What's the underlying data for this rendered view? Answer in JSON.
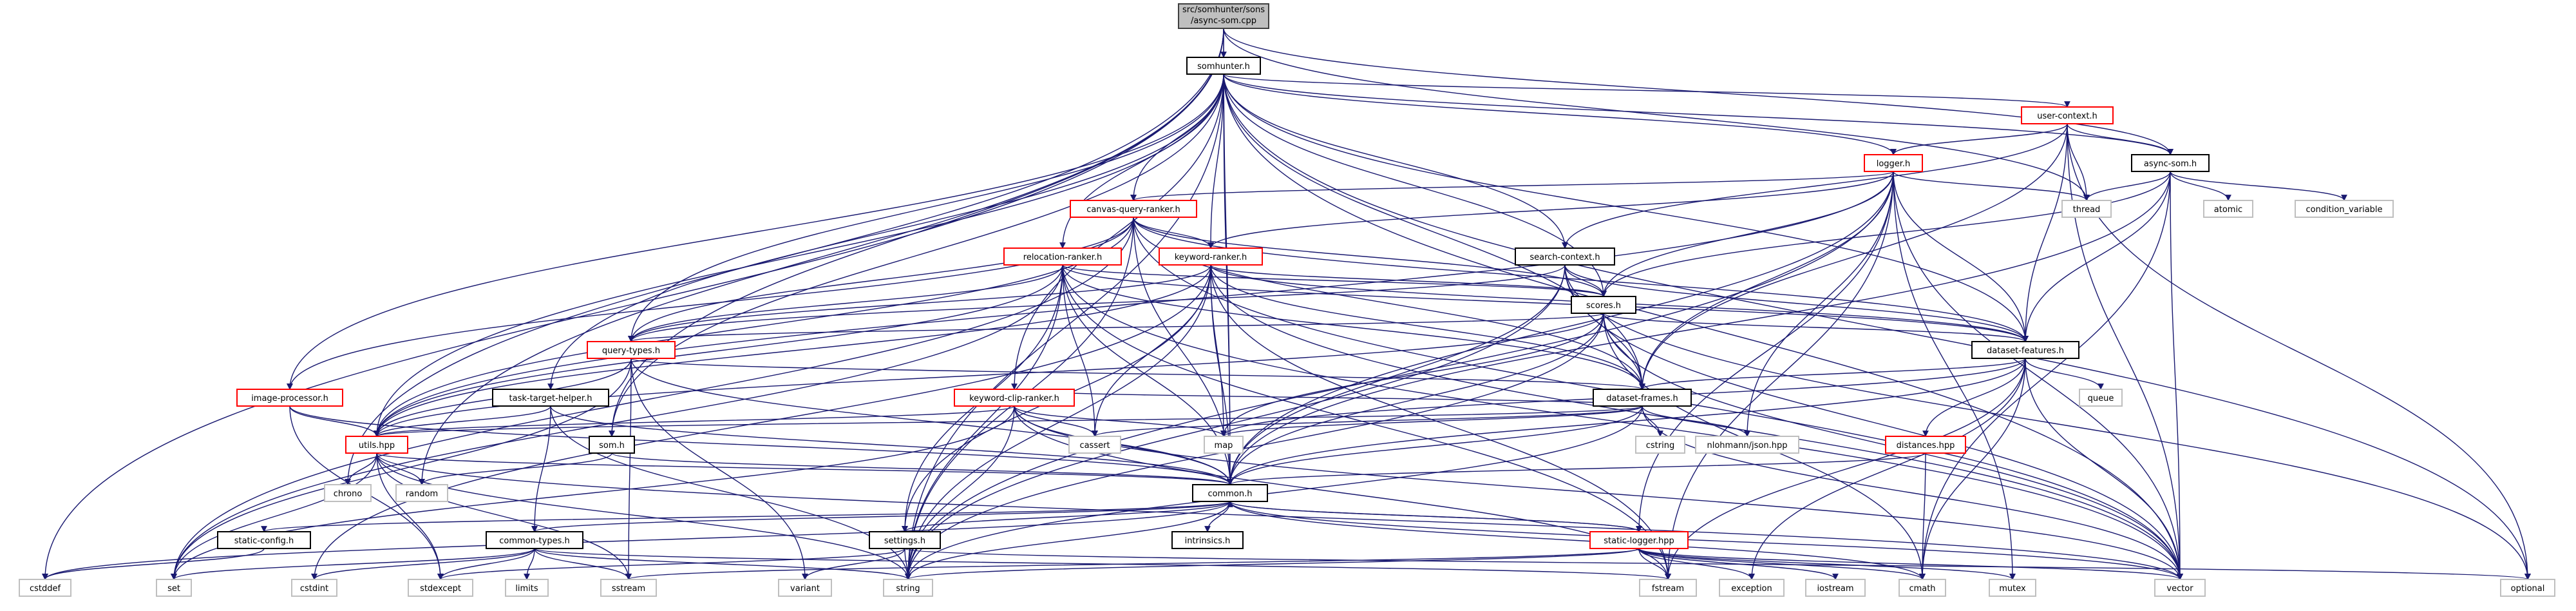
{
  "colors": {
    "root_fill": "#bfbfbf",
    "root_stroke": "#404040",
    "header_stroke": "#000000",
    "partial_stroke": "#ff0000",
    "system_stroke": "#bfbfbf",
    "edge": "#191970"
  },
  "nodes": {
    "root_line1": "src/somhunter/sons",
    "root_line2": "/async-som.cpp",
    "somhunter_h": "somhunter.h",
    "user_context_h": "user-context.h",
    "logger_h": "logger.h",
    "async_som_h": "async-som.h",
    "thread": "thread",
    "atomic": "atomic",
    "condition_variable": "condition_variable",
    "canvas_query_ranker_h": "canvas-query-ranker.h",
    "relocation_ranker_h": "relocation-ranker.h",
    "keyword_ranker_h": "keyword-ranker.h",
    "search_context_h": "search-context.h",
    "scores_h": "scores.h",
    "query_types_h": "query-types.h",
    "dataset_features_h": "dataset-features.h",
    "queue": "queue",
    "image_processor_h": "image-processor.h",
    "task_target_helper_h": "task-target-helper.h",
    "keyword_clip_ranker_h": "keyword-clip-ranker.h",
    "dataset_frames_h": "dataset-frames.h",
    "cassert": "cassert",
    "map": "map",
    "cstring": "cstring",
    "nlohmann_json_hpp": "nlohmann/json.hpp",
    "distances_hpp": "distances.hpp",
    "utils_hpp": "utils.hpp",
    "som_h": "som.h",
    "chrono": "chrono",
    "random": "random",
    "common_h": "common.h",
    "static_config_h": "static-config.h",
    "common_types_h": "common-types.h",
    "settings_h": "settings.h",
    "intrinsics_h": "intrinsics.h",
    "static_logger_hpp": "static-logger.hpp",
    "cstddef": "cstddef",
    "set": "set",
    "cstdint": "cstdint",
    "stdexcept": "stdexcept",
    "limits": "limits",
    "sstream": "sstream",
    "string": "string",
    "variant": "variant",
    "fstream": "fstream",
    "exception": "exception",
    "iostream": "iostream",
    "cmath": "cmath",
    "mutex": "mutex",
    "vector": "vector",
    "optional": "optional"
  }
}
